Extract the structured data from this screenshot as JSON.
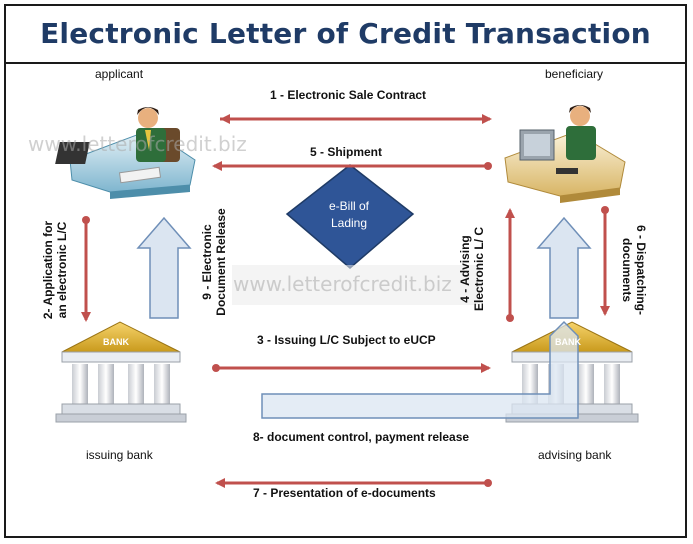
{
  "title": "Electronic Letter of Credit Transaction",
  "actors": {
    "applicant": "applicant",
    "beneficiary": "beneficiary",
    "issuing_bank": "issuing bank",
    "advising_bank": "advising bank"
  },
  "steps": {
    "s1": "1 - Electronic Sale Contract",
    "s2_line1": "2- Application for",
    "s2_line2": "an electronic L/C",
    "s3": "3 - Issuing L/C Subject to eUCP",
    "s4_line1": "4 - Advising",
    "s4_line2": "Electronic L/ C",
    "s5": "5 - Shipment",
    "s6_line1": "6 - Dispatching-",
    "s6_line2": "documents",
    "s7": "7 - Presentation of e-documents",
    "s8": "8- document control, payment release",
    "s9_line1": "9 - Electronic",
    "s9_line2": "Document Release"
  },
  "ebill": {
    "line1": "e-Bill of",
    "line2": "Lading"
  },
  "bank_sign": "BANK",
  "watermark": "www.letterofcredit.biz",
  "colors": {
    "title": "#1f3b66",
    "arrow": "#c0504d",
    "diamond": "#2f5597",
    "block_arrow": "#dbe5f1",
    "block_arrow_stroke": "#6f8fb8"
  }
}
